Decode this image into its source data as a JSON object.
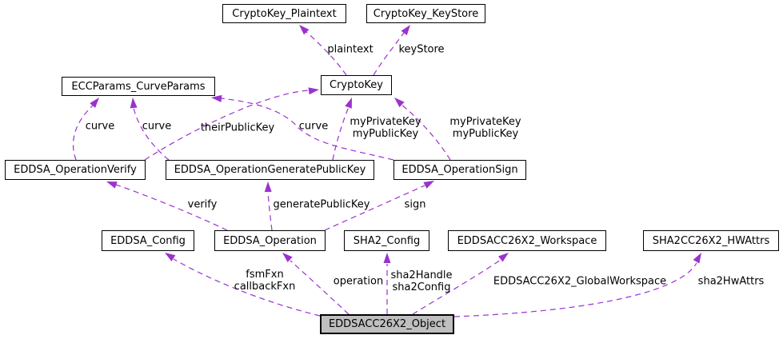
{
  "diagram": {
    "type": "collaboration-graph",
    "background": "#ffffff",
    "colors": {
      "edge": "#9a32cd",
      "node_border": "#000000",
      "node_fill": "#ffffff",
      "highlight_fill": "#bfbfbf",
      "text": "#000000"
    },
    "nodes": [
      {
        "id": "cryptokey_plaintext",
        "label": "CryptoKey_Plaintext",
        "highlighted": false
      },
      {
        "id": "cryptokey_keystore",
        "label": "CryptoKey_KeyStore",
        "highlighted": false
      },
      {
        "id": "cryptokey",
        "label": "CryptoKey",
        "highlighted": false
      },
      {
        "id": "eccparams_curveparams",
        "label": "ECCParams_CurveParams",
        "highlighted": false
      },
      {
        "id": "eddsa_operationverify",
        "label": "EDDSA_OperationVerify",
        "highlighted": false
      },
      {
        "id": "eddsa_operationgeneratepublickey",
        "label": "EDDSA_OperationGeneratePublicKey",
        "highlighted": false
      },
      {
        "id": "eddsa_operationsign",
        "label": "EDDSA_OperationSign",
        "highlighted": false
      },
      {
        "id": "eddsa_config",
        "label": "EDDSA_Config",
        "highlighted": false
      },
      {
        "id": "eddsa_operation",
        "label": "EDDSA_Operation",
        "highlighted": false
      },
      {
        "id": "sha2_config",
        "label": "SHA2_Config",
        "highlighted": false
      },
      {
        "id": "eddsacc26x2_workspace",
        "label": "EDDSACC26X2_Workspace",
        "highlighted": false
      },
      {
        "id": "sha2cc26x2_hwattrs",
        "label": "SHA2CC26X2_HWAttrs",
        "highlighted": false
      },
      {
        "id": "eddsacc26x2_object",
        "label": "EDDSACC26X2_Object",
        "highlighted": true
      }
    ],
    "edges": [
      {
        "id": "plaintext",
        "from": "cryptokey",
        "to": "cryptokey_plaintext",
        "label": "plaintext"
      },
      {
        "id": "keystore",
        "from": "cryptokey",
        "to": "cryptokey_keystore",
        "label": "keyStore"
      },
      {
        "id": "curve-verify",
        "from": "eddsa_operationverify",
        "to": "eccparams_curveparams",
        "label": "curve"
      },
      {
        "id": "curve-genpub",
        "from": "eddsa_operationgeneratepublickey",
        "to": "eccparams_curveparams",
        "label": "curve"
      },
      {
        "id": "curve-sign",
        "from": "eddsa_operationsign",
        "to": "eccparams_curveparams",
        "label": "curve"
      },
      {
        "id": "theirpublickey",
        "from": "eddsa_operationverify",
        "to": "cryptokey",
        "label": "theirPublicKey"
      },
      {
        "id": "mykeys-genpub",
        "from": "eddsa_operationgeneratepublickey",
        "to": "cryptokey",
        "label": "myPrivateKey\nmyPublicKey"
      },
      {
        "id": "mykeys-sign",
        "from": "eddsa_operationsign",
        "to": "cryptokey",
        "label": "myPrivateKey\nmyPublicKey"
      },
      {
        "id": "verify",
        "from": "eddsa_operation",
        "to": "eddsa_operationverify",
        "label": "verify"
      },
      {
        "id": "generatepublickey",
        "from": "eddsa_operation",
        "to": "eddsa_operationgeneratepublickey",
        "label": "generatePublicKey"
      },
      {
        "id": "sign",
        "from": "eddsa_operation",
        "to": "eddsa_operationsign",
        "label": "sign"
      },
      {
        "id": "fsmfxn-callbackfxn",
        "from": "eddsacc26x2_object",
        "to": "eddsa_config",
        "label": "fsmFxn\ncallbackFxn"
      },
      {
        "id": "operation",
        "from": "eddsacc26x2_object",
        "to": "eddsa_operation",
        "label": "operation"
      },
      {
        "id": "sha2handle-sha2config",
        "from": "eddsacc26x2_object",
        "to": "sha2_config",
        "label": "sha2Handle\nsha2Config"
      },
      {
        "id": "globalworkspace",
        "from": "eddsacc26x2_object",
        "to": "eddsacc26x2_workspace",
        "label": "EDDSACC26X2_GlobalWorkspace"
      },
      {
        "id": "sha2hwattrs",
        "from": "eddsacc26x2_object",
        "to": "sha2cc26x2_hwattrs",
        "label": "sha2HwAttrs"
      }
    ]
  }
}
